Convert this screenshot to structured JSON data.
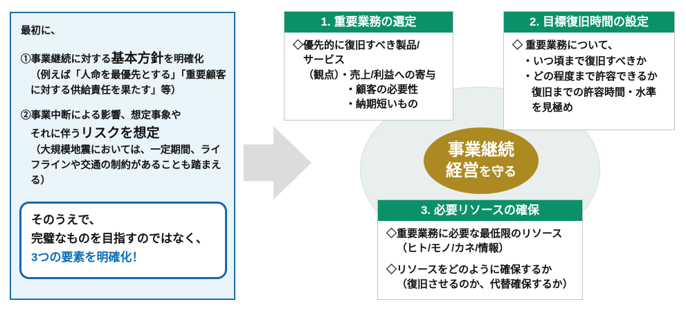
{
  "left_panel": {
    "intro": "最初に、",
    "item1_pre": "①事業継続に対する",
    "item1_em": "基本方針",
    "item1_post": "を明確化",
    "item1_note": "（例えば「人命を最優先とする」「重要顧客に対する供給責任を果たす」等）",
    "item2_line1": "②事業中断による影響、想定事象や",
    "item2_pre": "それに伴う",
    "item2_em": "リスクを想定",
    "item2_note": "（大規模地震においては、一定期間、ライフラインや交通の制約があることも踏まえる）",
    "callout": {
      "line1": "そのうえで、",
      "line2": "完璧なものを目指すのではなく、",
      "line3": "3つの要素を明確化！"
    }
  },
  "panels": [
    {
      "title": "1. 重要業務の選定",
      "lines": [
        "◇優先的に復旧すべき製品/",
        "サービス",
        "（観点）・売上/利益への寄与",
        "・顧客の必要性",
        "・納期短いもの"
      ]
    },
    {
      "title": "2. 目標復旧時間の設定",
      "lines": [
        "◇ 重要業務について、",
        "・いつ頃まで復旧すべきか",
        "・どの程度まで許容できるか",
        "復旧までの許容時間・水準",
        "を見極め"
      ]
    },
    {
      "title": "3. 必要リソースの確保",
      "lines": [
        "◇重要業務に必要な最低限のリソース",
        "（ヒト/モノ/カネ/情報）",
        "◇リソースをどのように確保するか",
        "（復旧させるのか、代替確保するか）"
      ]
    }
  ],
  "center": {
    "line1": "事業継続",
    "line2_em": "経営",
    "line2_rest": "を守る"
  },
  "colors": {
    "header_green": "#0a9169",
    "gold": "#ac8a21",
    "accent_blue": "#0c6fb8",
    "left_box_border": "#1d6fa5",
    "left_box_bg": "#eaf4fb",
    "arrow_gray": "#dcdcdc",
    "ellipse_bg": "#e9efec"
  }
}
